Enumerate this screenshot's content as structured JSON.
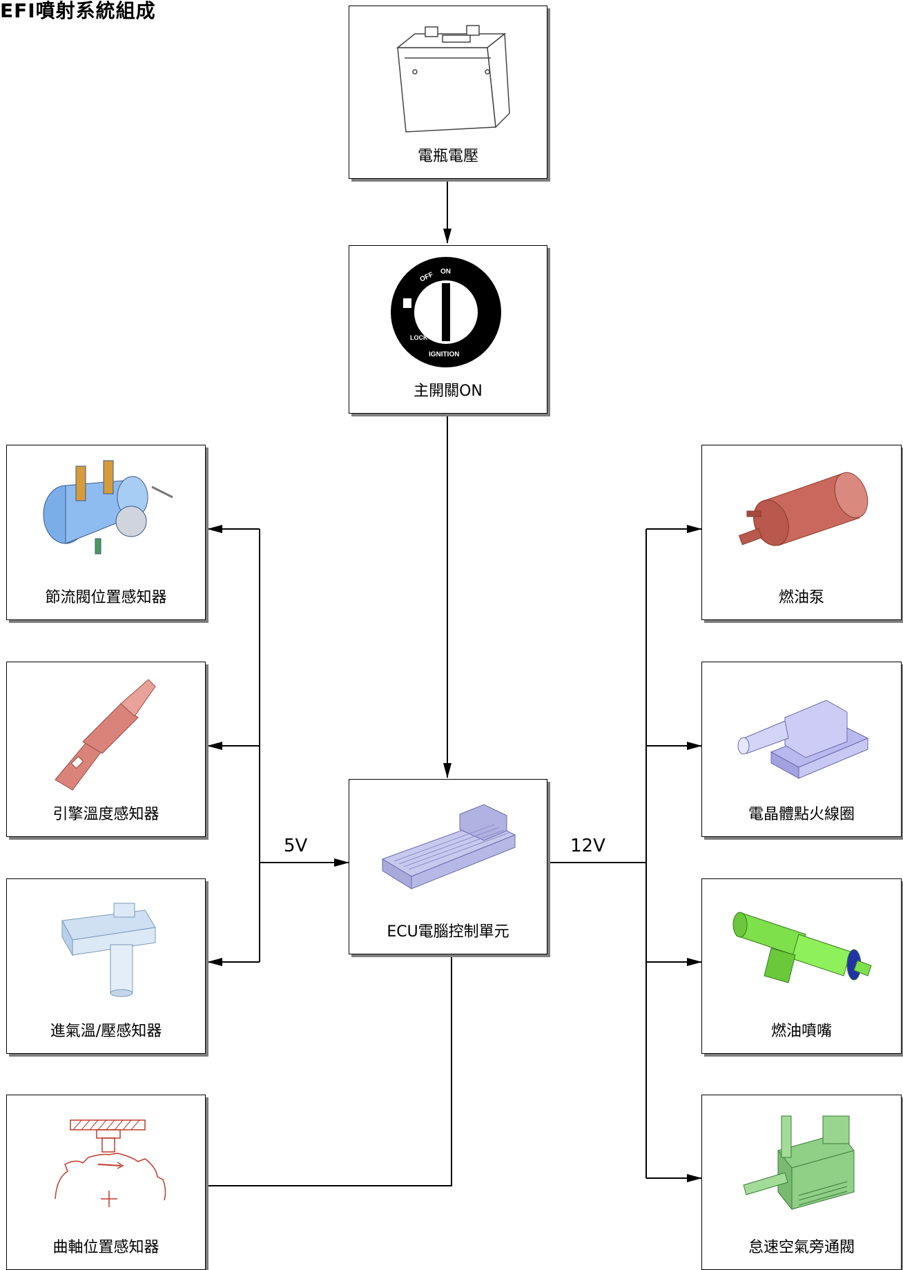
{
  "title": "EFI噴射系統組成",
  "nodes": {
    "battery": {
      "label": "電瓶電壓",
      "icon": "battery-icon"
    },
    "ignition": {
      "label": "主開關ON",
      "icon": "ignition-switch-icon",
      "dial": {
        "off": "OFF",
        "on": "ON",
        "lock": "LOCK",
        "ignition": "IGNITION"
      }
    },
    "ecu": {
      "label": "ECU電腦控制單元",
      "icon": "ecu-module-icon"
    },
    "throttle_sensor": {
      "label": "節流閥位置感知器",
      "icon": "throttle-body-icon"
    },
    "engine_temp_sensor": {
      "label": "引擎溫度感知器",
      "icon": "temperature-sensor-icon"
    },
    "intake_sensor": {
      "label": "進氣溫/壓感知器",
      "icon": "map-sensor-icon"
    },
    "crank_sensor": {
      "label": "曲軸位置感知器",
      "icon": "crank-sensor-icon"
    },
    "fuel_pump": {
      "label": "燃油泵",
      "icon": "fuel-pump-icon"
    },
    "ignition_coil": {
      "label": "電晶體點火線圈",
      "icon": "ignition-coil-icon"
    },
    "fuel_injector": {
      "label": "燃油噴嘴",
      "icon": "fuel-injector-icon"
    },
    "idle_valve": {
      "label": "怠速空氣旁通閥",
      "icon": "idle-air-valve-icon"
    }
  },
  "voltages": {
    "sensor_supply": "5V",
    "actuator_supply": "12V"
  },
  "colors": {
    "fuel_pump": "#c9685c",
    "engine_temp_sensor": "#d9837a",
    "throttle_body": "#7aaee8",
    "ignition_coil": "#b9b9f0",
    "fuel_injector": "#7ee04a",
    "idle_valve": "#8fcf86",
    "ecu": "#c7c9ef",
    "crank_sensor": "#c0392b"
  }
}
